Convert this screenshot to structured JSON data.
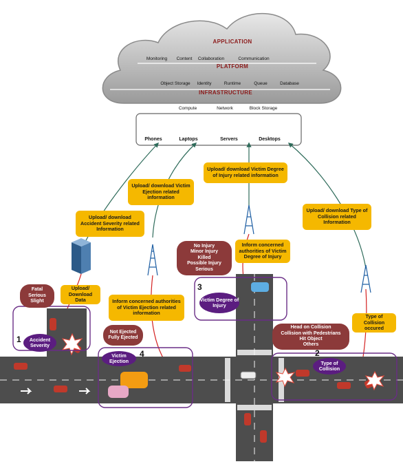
{
  "cloud": {
    "application_title": "APPLICATION",
    "platform_title": "PLATFORM",
    "infrastructure_title": "INFRASTRUCTURE",
    "application_items": [
      "Monitoring",
      "Content",
      "Collaboration",
      "Communication"
    ],
    "platform_items": [
      "Object Storage",
      "Identity",
      "Runtime",
      "Queue",
      "Database"
    ],
    "infrastructure_items": [
      "Compute",
      "Network",
      "Block Storage"
    ]
  },
  "devices": [
    "Phones",
    "Laptops",
    "Servers",
    "Desktops"
  ],
  "upload_boxes": {
    "severity": "Upload/ download Accident Severity related Information",
    "ejection": "Upload/ download  Victim Ejection  related information",
    "injury": "Upload/ download  Victim Degree of Injury related information",
    "collision": "Upload/ download  Type of Collision related Information",
    "local_upload": "Upload/ Download Data"
  },
  "inform_boxes": {
    "ejection": "Inform concerned authorities of Victim Ejection related information",
    "injury": "Inform concerned authorities of Victim Degree of Injury",
    "collision": "Type of Collision occured"
  },
  "categories": {
    "severity": [
      "Fatal",
      "Serious",
      "Slight"
    ],
    "ejection": [
      "Not Ejected",
      "Fully Ejected"
    ],
    "injury": [
      "No Injury",
      "Minor Injury",
      "Killed",
      "Possible Injury",
      "Serious"
    ],
    "collision": [
      "Head on Collision",
      "Collision with Pedestrians",
      "Hit Object",
      "Others"
    ]
  },
  "badges": {
    "severity": "Accident Severity",
    "ejection": "Victim Ejection",
    "injury": "Victim Degree of Injury",
    "collision": "Type of Collision"
  },
  "numbers": {
    "severity": "1",
    "collision": "2",
    "injury": "3",
    "ejection": "4"
  },
  "colors": {
    "cloud": "#c9c9c9",
    "yellow_box": "#f5b800",
    "red_box": "#8c3a3a",
    "purple_badge": "#5b1d80",
    "road": "#4d4d4d",
    "frame": "#6a2d86",
    "arrow_green": "#2e6b5a",
    "arrow_red": "#d42020"
  }
}
